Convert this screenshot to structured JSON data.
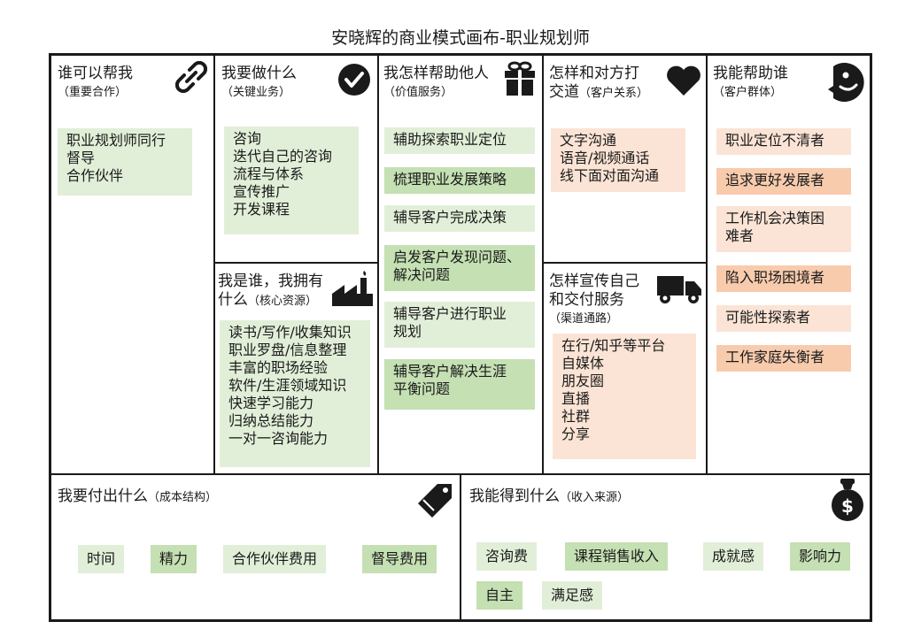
{
  "page_title": "安晓辉的商业模式画布-职业规划师",
  "partners": {
    "title": "谁可以帮我",
    "subtitle": "（重要合作）",
    "icon": "link-icon",
    "items": "职业规划师同行\n督导\n合作伙伴"
  },
  "activities": {
    "title": "我要做什么",
    "subtitle": "（关键业务）",
    "icon": "checkmark-icon",
    "items": "咨询\n迭代自己的咨询\n流程与体系\n宣传推广\n开发课程"
  },
  "resources": {
    "title": "我是谁，我拥有",
    "title2": "什么",
    "subtitle": "（核心资源）",
    "icon": "factory-icon",
    "items": "读书/写作/收集知识\n职业罗盘/信息整理\n丰富的职场经验\n软件/生涯领域知识\n快速学习能力\n归纳总结能力\n一对一咨询能力"
  },
  "value": {
    "title": "我怎样帮助他人",
    "subtitle": "（价值服务）",
    "icon": "gift-icon",
    "items": [
      "辅助探索职业定位",
      "梳理职业发展策略",
      "辅导客户完成决策",
      "启发客户发现问题、\n解决问题",
      "辅导客户进行职业\n规划",
      "辅导客户解决生涯\n平衡问题"
    ]
  },
  "relationships": {
    "title": "怎样和对方打",
    "title2": "交道",
    "subtitle": "（客户关系）",
    "icon": "heart-icon",
    "items": "文字沟通\n语音/视频通话\n线下面对面沟通"
  },
  "channels": {
    "title": "怎样宣传自己",
    "title2": "和交付服务",
    "subtitle": "（渠道通路）",
    "icon": "truck-icon",
    "items": "在行/知乎等平台\n自媒体\n朋友圈\n直播\n社群\n分享"
  },
  "segments": {
    "title": "我能帮助谁",
    "subtitle": "（客户群体）",
    "icon": "face-icon",
    "items": [
      "职业定位不清者",
      "追求更好发展者",
      "工作机会决策困\n难者",
      "陷入职场困境者",
      "可能性探索者",
      "工作家庭失衡者"
    ]
  },
  "costs": {
    "title": "我要付出什么",
    "subtitle": "（成本结构）",
    "icon": "price-tag-icon",
    "items": [
      "时间",
      "精力",
      "合作伙伴费用",
      "督导费用"
    ]
  },
  "revenue": {
    "title": "我能得到什么",
    "subtitle": "（收入来源）",
    "icon": "money-bag-icon",
    "items": [
      "咨询费",
      "课程销售收入",
      "成就感",
      "影响力",
      "自主",
      "满足感"
    ]
  },
  "colors": {
    "light_green": "#e2efd8",
    "mid_green": "#c5e0b3",
    "light_peach": "#fbe4d5",
    "mid_peach": "#f8cbad",
    "ink": "#1a1a1a"
  }
}
